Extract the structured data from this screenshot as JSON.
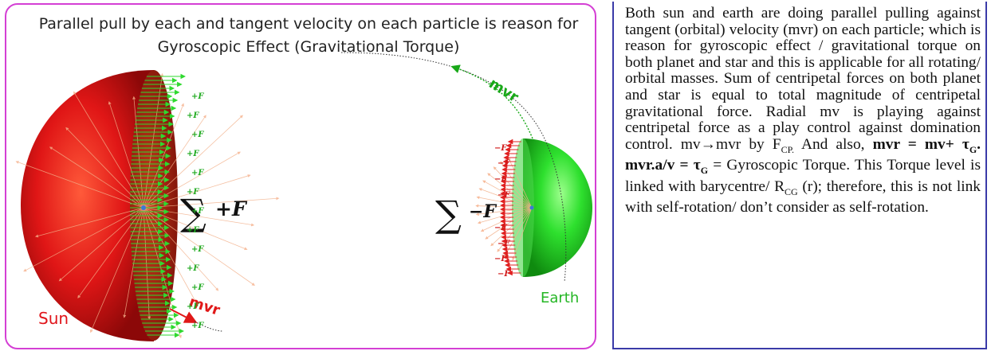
{
  "header_fragment": "",
  "figure": {
    "title_line1": "Parallel pull by each and tangent velocity on each particle is reason for",
    "title_line2": "Gyroscopic Effect (Gravitational Torque)",
    "sun_label": "Sun",
    "earth_label": "Earth",
    "sum_plus": "+F",
    "sum_minus": "−F",
    "sigma": "∑",
    "plus_f": "+F",
    "minus_f": "−F",
    "mvr_top": "mvr",
    "mvr_bottom": "mvr",
    "colors": {
      "sun": "#d01010",
      "earth": "#20c020",
      "arrows_green": "#33dd33",
      "arrows_red": "#e02020",
      "frame": "#d43fd4"
    }
  },
  "explanation": {
    "paragraph": "Both sun and earth are doing parallel pulling against tangent (orbital) velocity (mvr) on each particle; which is reason for gyroscopic effect / gravitational torque on both planet and star and this is applicable for all rotating/ orbital masses. Sum of centripetal forces on both planet and star is equal to total magnitude of centripetal gravitational force. Radial mv is playing against centripetal force as a play control against domination control. mv→mvr by",
    "fcp_main": "F",
    "fcp_sub": "CP.",
    "also": " And also, ",
    "eq1": "mvr = mv+ τ",
    "eq1_sub": "G",
    "eq1_end": ".",
    "eq2": "mvr.a/v = τ",
    "eq2_sub": "G",
    "tail1": " = Gyroscopic Torque. This Torque level is linked with barycentre/ R",
    "rcg_sub": "CG",
    "tail2": " (r); therefore, this is not link with self-rotation/ don’t consider as self-rotation."
  }
}
